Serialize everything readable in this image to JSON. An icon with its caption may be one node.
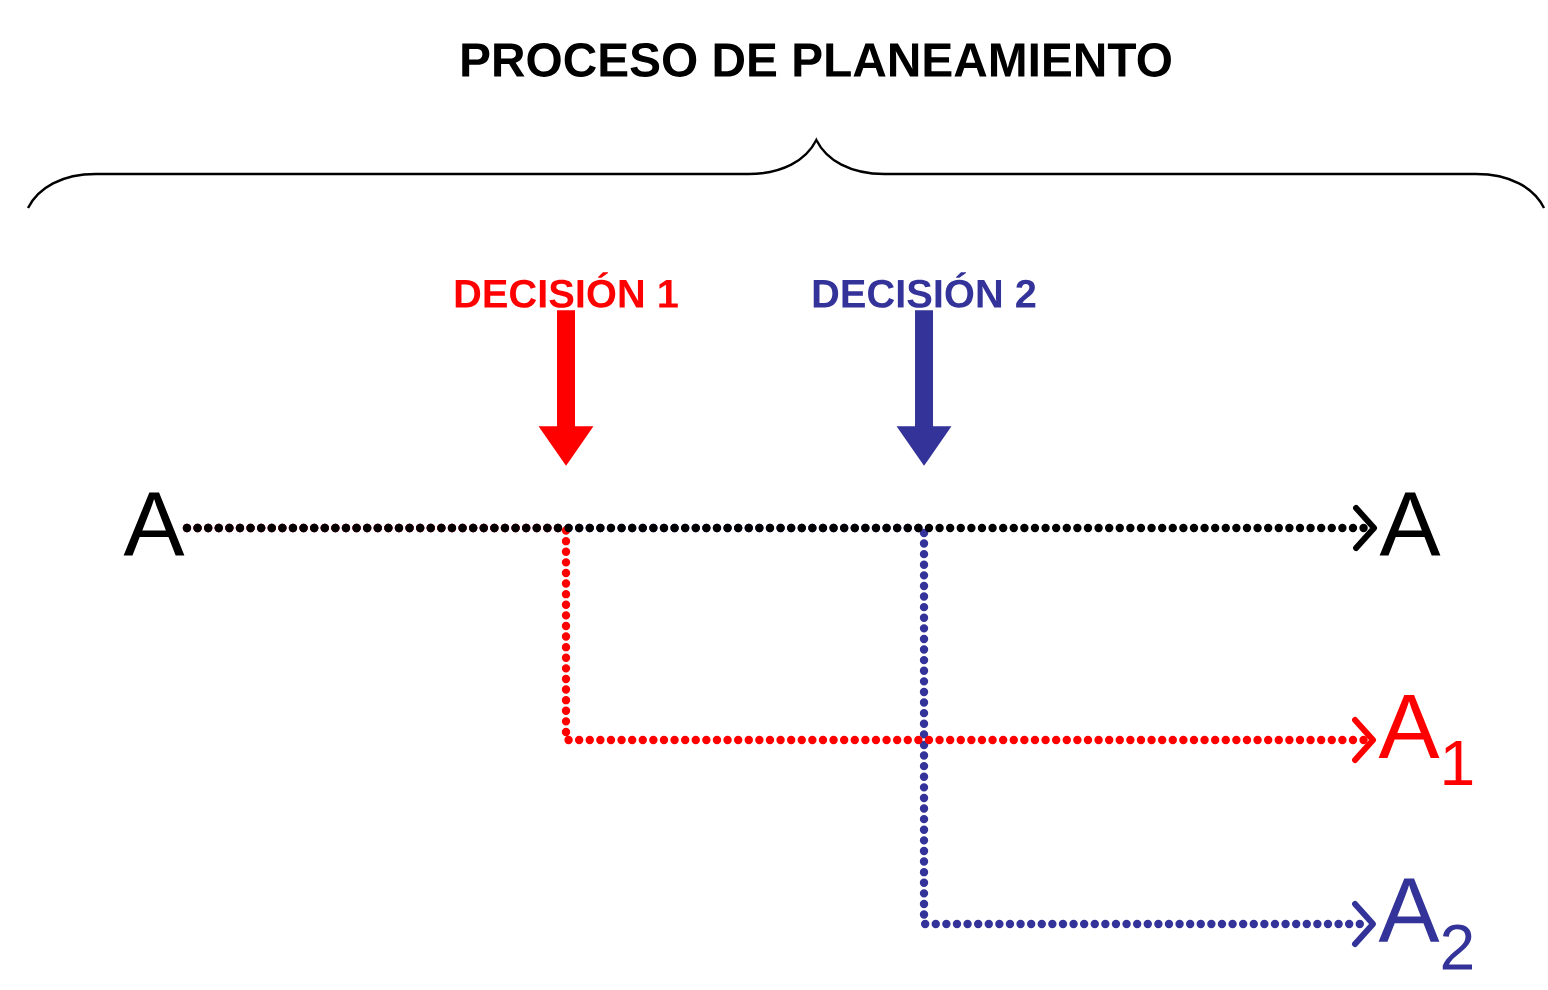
{
  "diagram": {
    "title": "PROCESO DE PLANEAMIENTO",
    "nodes": [
      {
        "text": [
          "A"
        ]
      },
      {
        "text": [
          "A"
        ]
      },
      {
        "text": [
          "A$_{1}$"
        ]
      },
      {
        "text": [
          "A$_{2}$"
        ]
      },
      {
        "text": [
          "DECISIÓN 1"
        ]
      },
      {
        "text": [
          "DECISIÓN 2"
        ]
      }
    ],
    "edges": [
      {
        "from": 0,
        "to": 1,
        "arrow": "to",
        "style": "dashed",
        "color": "#000000"
      },
      {
        "from": 0,
        "to": 2,
        "arrow": "to",
        "style": "dashed",
        "color": "#ff0000"
      },
      {
        "from": 0,
        "to": 3,
        "arrow": "to",
        "style": "dashed",
        "color": "#333399"
      },
      {
        "from": 4,
        "to": null,
        "arrow": "to",
        "style": "thick",
        "color": "#ff0000"
      },
      {
        "from": 5,
        "to": null,
        "arrow": "to",
        "style": "thick",
        "color": "#333399"
      }
    ]
  }
}
